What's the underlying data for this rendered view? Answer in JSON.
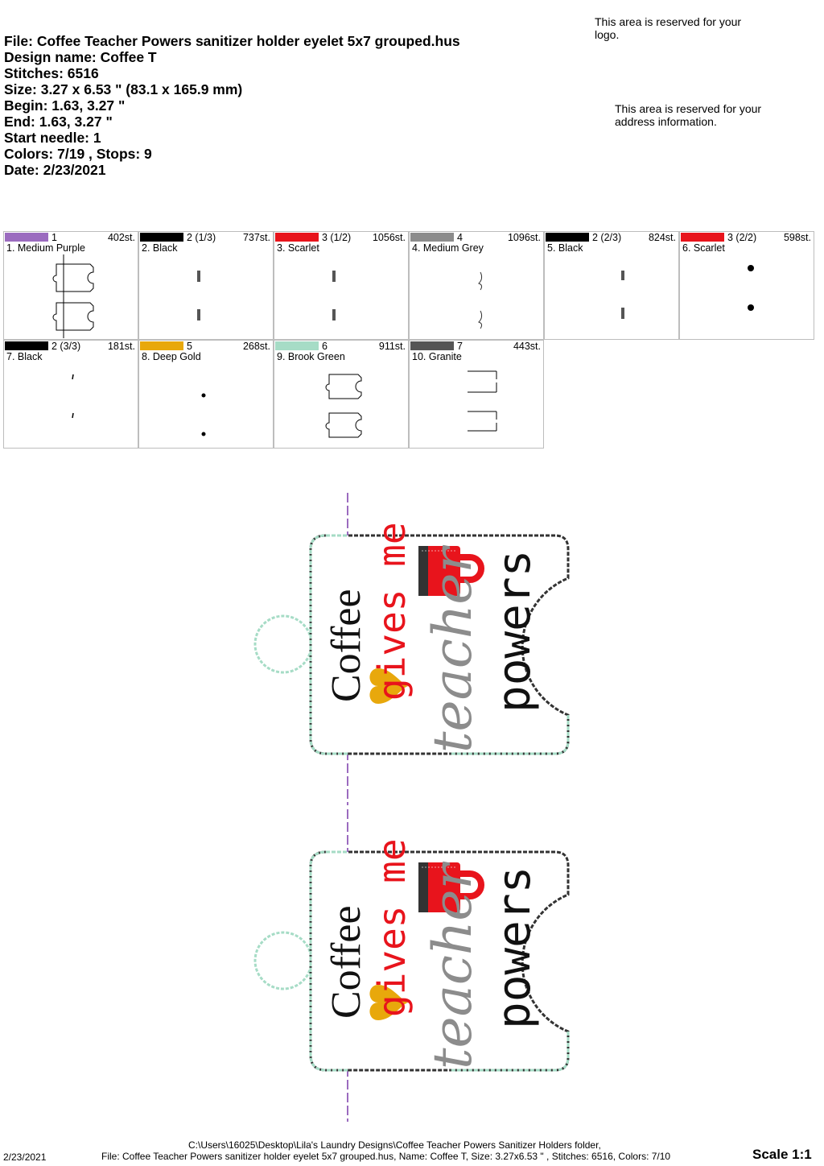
{
  "header": {
    "lines": [
      "File: Coffee Teacher Powers sanitizer holder eyelet 5x7 grouped.hus",
      "Design name: Coffee T",
      "Stitches: 6516",
      "Size: 3.27 x 6.53 \" (83.1 x 165.9 mm)",
      "Begin: 1.63, 3.27 \"",
      "End: 1.63, 3.27 \"",
      "Start needle: 1",
      "Colors: 7/19 , Stops: 9",
      "Date: 2/23/2021"
    ]
  },
  "reserved": {
    "logo": "This area is reserved for your logo.",
    "address": "This area is reserved for your address information."
  },
  "color_stops": [
    {
      "needle": "1",
      "name": "1. Medium Purple",
      "stitches": "402st.",
      "color": "#9b6bbf",
      "preview": "outline"
    },
    {
      "needle": "2 (1/3)",
      "name": "2. Black",
      "stitches": "737st.",
      "color": "#000000",
      "preview": "text-black"
    },
    {
      "needle": "3 (1/2)",
      "name": "3. Scarlet",
      "stitches": "1056st.",
      "color": "#e8141c",
      "preview": "text-black"
    },
    {
      "needle": "4",
      "name": "4. Medium Grey",
      "stitches": "1096st.",
      "color": "#8c8c8c",
      "preview": "script"
    },
    {
      "needle": "2 (2/3)",
      "name": "5. Black",
      "stitches": "824st.",
      "color": "#000000",
      "preview": "text-small"
    },
    {
      "needle": "3 (2/2)",
      "name": "6. Scarlet",
      "stitches": "598st.",
      "color": "#e8141c",
      "preview": "dot"
    },
    {
      "needle": "2 (3/3)",
      "name": "7. Black",
      "stitches": "181st.",
      "color": "#000000",
      "preview": "tick"
    },
    {
      "needle": "5",
      "name": "8. Deep Gold",
      "stitches": "268st.",
      "color": "#e8a80c",
      "preview": "dot-small"
    },
    {
      "needle": "6",
      "name": "9. Brook Green",
      "stitches": "911st.",
      "color": "#a6dcc6",
      "preview": "outline-thin"
    },
    {
      "needle": "7",
      "name": "10. Granite",
      "stitches": "443st.",
      "color": "#555555",
      "preview": "brackets"
    }
  ],
  "design_text": {
    "line1": "Coffee",
    "line2": "gives me",
    "line3": "teacher",
    "line4": "powers"
  },
  "colors": {
    "outline_green": "#a6dcc6",
    "outline_black": "#333333",
    "purple_line": "#9b6bbf",
    "red": "#e8141c",
    "grey": "#8c8c8c",
    "gold": "#e8a80c"
  },
  "footer": {
    "date": "2/23/2021",
    "path": "C:\\Users\\16025\\Desktop\\Lila's Laundry Designs\\Coffee Teacher Powers Sanitizer Holders folder,",
    "line2": "File: Coffee Teacher Powers sanitizer holder eyelet 5x7 grouped.hus, Name: Coffee T, Size: 3.27x6.53 \" , Stitches: 6516, Colors: 7/10",
    "scale": "Scale 1:1"
  }
}
